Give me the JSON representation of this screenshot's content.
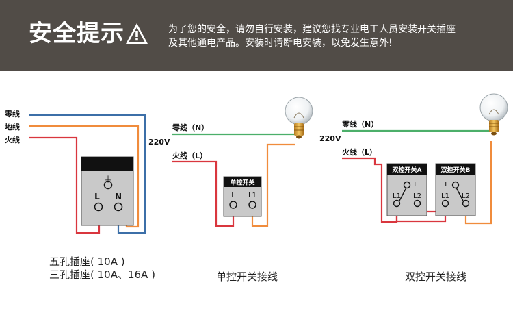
{
  "header": {
    "title": "安全提示",
    "warning_line1": "为了您的安全，请勿自行安装，建议您找专业电工人员安装开关插座",
    "warning_line2": "及其他通电产品。安装时请断电安装，以免发生意外!"
  },
  "socket": {
    "neutral_label": "零线",
    "ground_label": "地线",
    "live_label": "火线",
    "ground_symbol": "⏚",
    "terminal_l": "L",
    "terminal_n": "N",
    "caption_line1": "五孔插座( 10A )",
    "caption_line2": "三孔插座( 10A、16A )"
  },
  "single": {
    "neutral_label": "零线（N）",
    "live_label": "火线（L）",
    "voltage": "220V",
    "switch_label": "单控开关",
    "terminal_l": "L",
    "terminal_l1": "L1",
    "caption": "单控开关接线"
  },
  "double": {
    "neutral_label": "零线（N）",
    "live_label": "火线（L）",
    "voltage": "220V",
    "switch_a_label": "双控开关A",
    "switch_b_label": "双控开关B",
    "terminal_l": "L",
    "terminal_l1": "L1",
    "terminal_l2": "L2",
    "caption": "双控开关接线"
  },
  "colors": {
    "header_bg": "#514c47",
    "neutral_wire": "#3c6fa8",
    "neutral_wire_green": "#4caf6a",
    "ground_wire": "#f08c3c",
    "live_wire": "#d9363e"
  }
}
